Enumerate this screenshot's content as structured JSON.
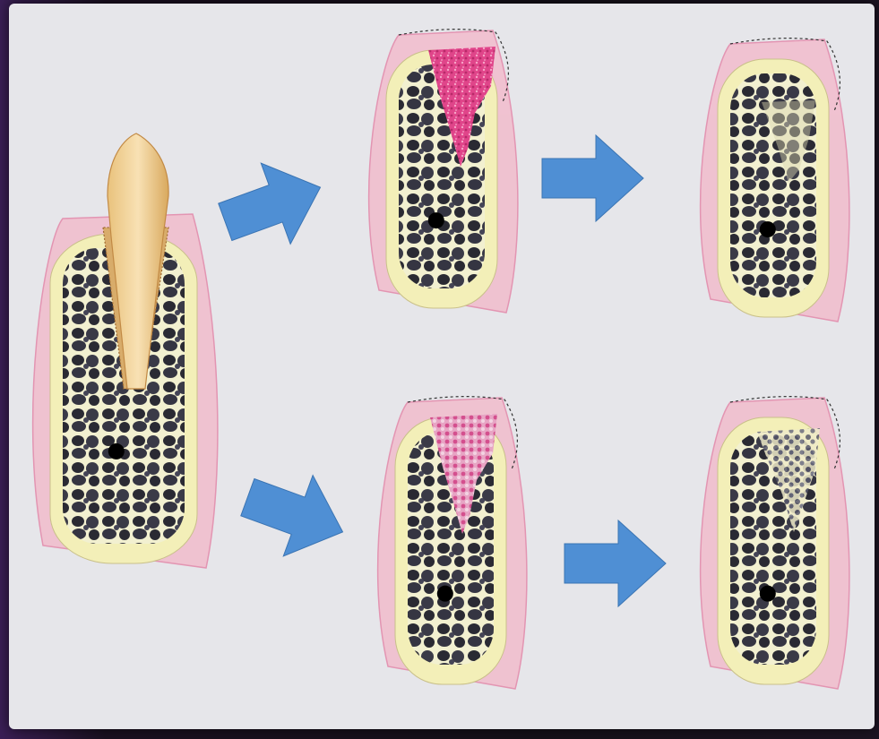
{
  "colors": {
    "background": "#e6e6ea",
    "frame": "#141018",
    "gingiva": "#f3b6c8",
    "gingiva_edge": "#e27aa0",
    "cortical_bone": "#f3efb8",
    "trabecular_bone": "#2a2a33",
    "trabecular_lines": "#f2f0d0",
    "graft": "#e0458a",
    "tooth_crown": "#f3d69e",
    "tooth_root": "#e4b870",
    "arrow": "#4f8fd4"
  },
  "icons": {
    "arrow": "arrow-right-icon",
    "tooth": "tooth-icon"
  },
  "stages": [
    {
      "name": "extraction-site"
    },
    {
      "name": "healing-top"
    },
    {
      "name": "healed-top"
    },
    {
      "name": "healing-bottom"
    },
    {
      "name": "healed-bottom"
    }
  ]
}
